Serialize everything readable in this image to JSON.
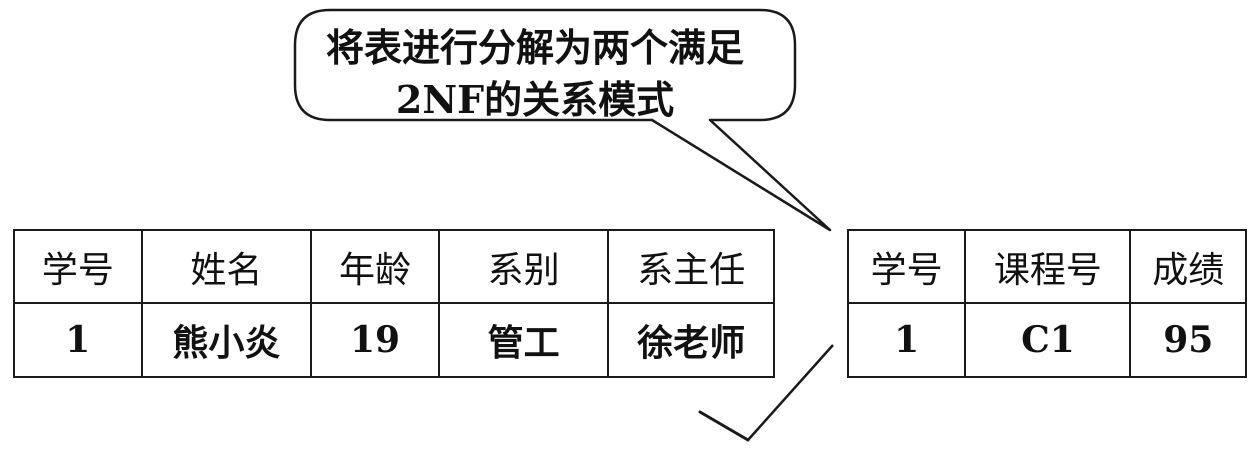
{
  "callout": {
    "line1": "将表进行分解为两个满足",
    "line2": "2NF的关系模式"
  },
  "left_table": {
    "headers": [
      "学号",
      "姓名",
      "年龄",
      "系别",
      "系主任"
    ],
    "row": [
      "1",
      "熊小炎",
      "19",
      "管工",
      "徐老师"
    ]
  },
  "right_table": {
    "headers": [
      "学号",
      "课程号",
      "成绩"
    ],
    "row": [
      "1",
      "C1",
      "95"
    ]
  },
  "colors": {
    "stroke": "#1a1a1a",
    "background": "#ffffff"
  }
}
